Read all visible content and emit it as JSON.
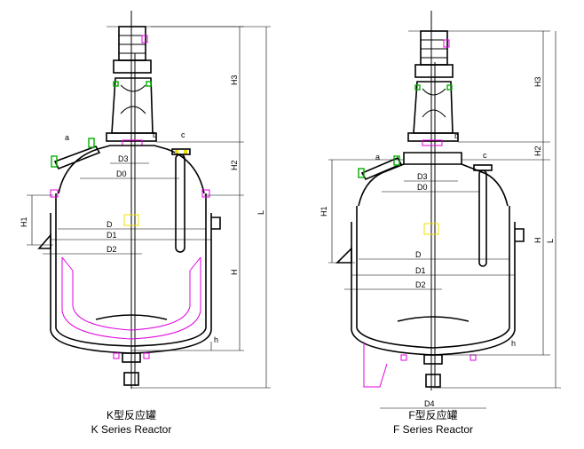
{
  "k_reactor": {
    "caption_cn": "K型反应罐",
    "caption_en": "K Series Reactor",
    "labels": {
      "a": "a",
      "b": "b",
      "c": "c",
      "D3": "D3",
      "D0": "D0",
      "D": "D",
      "D1": "D1",
      "D2": "D2",
      "H1": "H1",
      "H2": "H2",
      "H3": "H3",
      "H": "H",
      "L": "L",
      "h": "h"
    }
  },
  "f_reactor": {
    "caption_cn": "F型反应罐",
    "caption_en": "F Series Reactor",
    "labels": {
      "a": "a",
      "b": "b",
      "c": "c",
      "D3": "D3",
      "D0": "D0",
      "D": "D",
      "D1": "D1",
      "D2": "D2",
      "D4": "D4",
      "H1": "H1",
      "H2": "H2",
      "H3": "H3",
      "H": "H",
      "L": "L",
      "h": "h"
    }
  },
  "colors": {
    "line": "#000000",
    "accent_pink": "#e000e0",
    "accent_green": "#00b000",
    "marker_yellow": "#f0e000"
  }
}
